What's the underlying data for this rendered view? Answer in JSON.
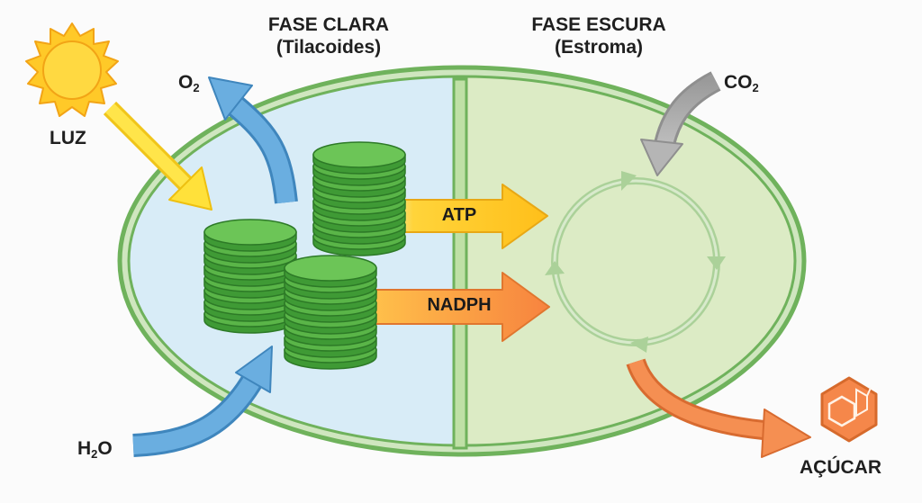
{
  "phases": {
    "light": {
      "title": "FASE CLARA",
      "subtitle": "(Tilacoides)"
    },
    "dark": {
      "title": "FASE ESCURA",
      "subtitle": "(Estroma)"
    }
  },
  "inputs": {
    "light": {
      "label": "LUZ"
    },
    "water": {
      "base": "H",
      "sub": "2",
      "tail": "O"
    },
    "co2": {
      "base": "CO",
      "sub": "2"
    }
  },
  "outputs": {
    "oxygen": {
      "base": "O",
      "sub": "2"
    },
    "sugar": {
      "label": "AÇÚCAR"
    }
  },
  "transfers": {
    "atp": "ATP",
    "nadph": "NADPH"
  },
  "colors": {
    "light_phase_fill": "#d8ecf7",
    "dark_phase_fill": "#dcebc5",
    "membrane": "#7fc06a",
    "granum": "#5ab548",
    "sun": "#ffc928",
    "blue_arrow": "#5b9fd1",
    "atp_arrow": "#ffc81e",
    "nadph_arrow": "#f7944a",
    "co2_arrow": "#a7a7a7",
    "sugar": "#f08246"
  },
  "icons": [
    "sun-icon",
    "sugar-hexagon-icon",
    "calvin-cycle-icon"
  ]
}
